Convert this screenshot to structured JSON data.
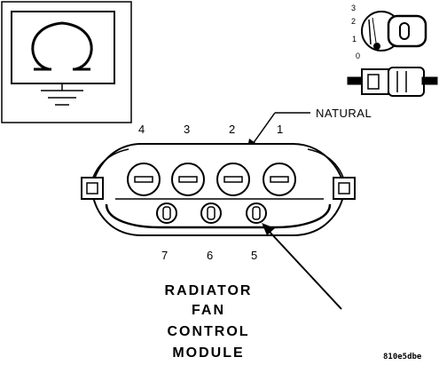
{
  "ground_box": {
    "symbol_icon": "omega-over-ground-icon"
  },
  "ignition_key": {
    "icon": "ignition-key-icon",
    "positions": [
      "3",
      "2",
      "1",
      "0"
    ]
  },
  "connector_icon": "connector-latch-icon",
  "connector": {
    "callout_label": "NATURAL",
    "top_pins": [
      "4",
      "3",
      "2",
      "1"
    ],
    "bottom_pins": [
      "7",
      "6",
      "5"
    ]
  },
  "title": {
    "lines": [
      "RADIATOR",
      "FAN",
      "CONTROL",
      "MODULE"
    ]
  },
  "figure_id": "810e5dbe"
}
